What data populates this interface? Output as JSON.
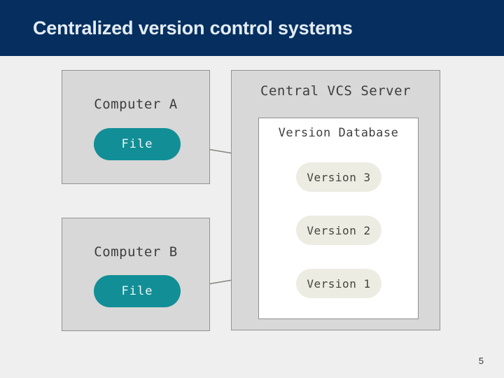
{
  "header": {
    "title": "Centralized version control systems"
  },
  "diagram": {
    "computer_a": {
      "label": "Computer A",
      "file_label": "File"
    },
    "computer_b": {
      "label": "Computer B",
      "file_label": "File"
    },
    "server": {
      "label": "Central VCS Server",
      "database": {
        "label": "Version Database",
        "versions": [
          "Version 3",
          "Version 2",
          "Version 1"
        ]
      }
    }
  },
  "footer": {
    "page_number": "5"
  },
  "colors": {
    "header_bg": "#062f5f",
    "title_text": "#e3ecf5",
    "accent_teal": "#128e96",
    "box_fill": "#d8d8d8",
    "box_border": "#929292",
    "version_pill": "#edece2",
    "arrow": "#85857d",
    "page_bg": "#efefef"
  }
}
